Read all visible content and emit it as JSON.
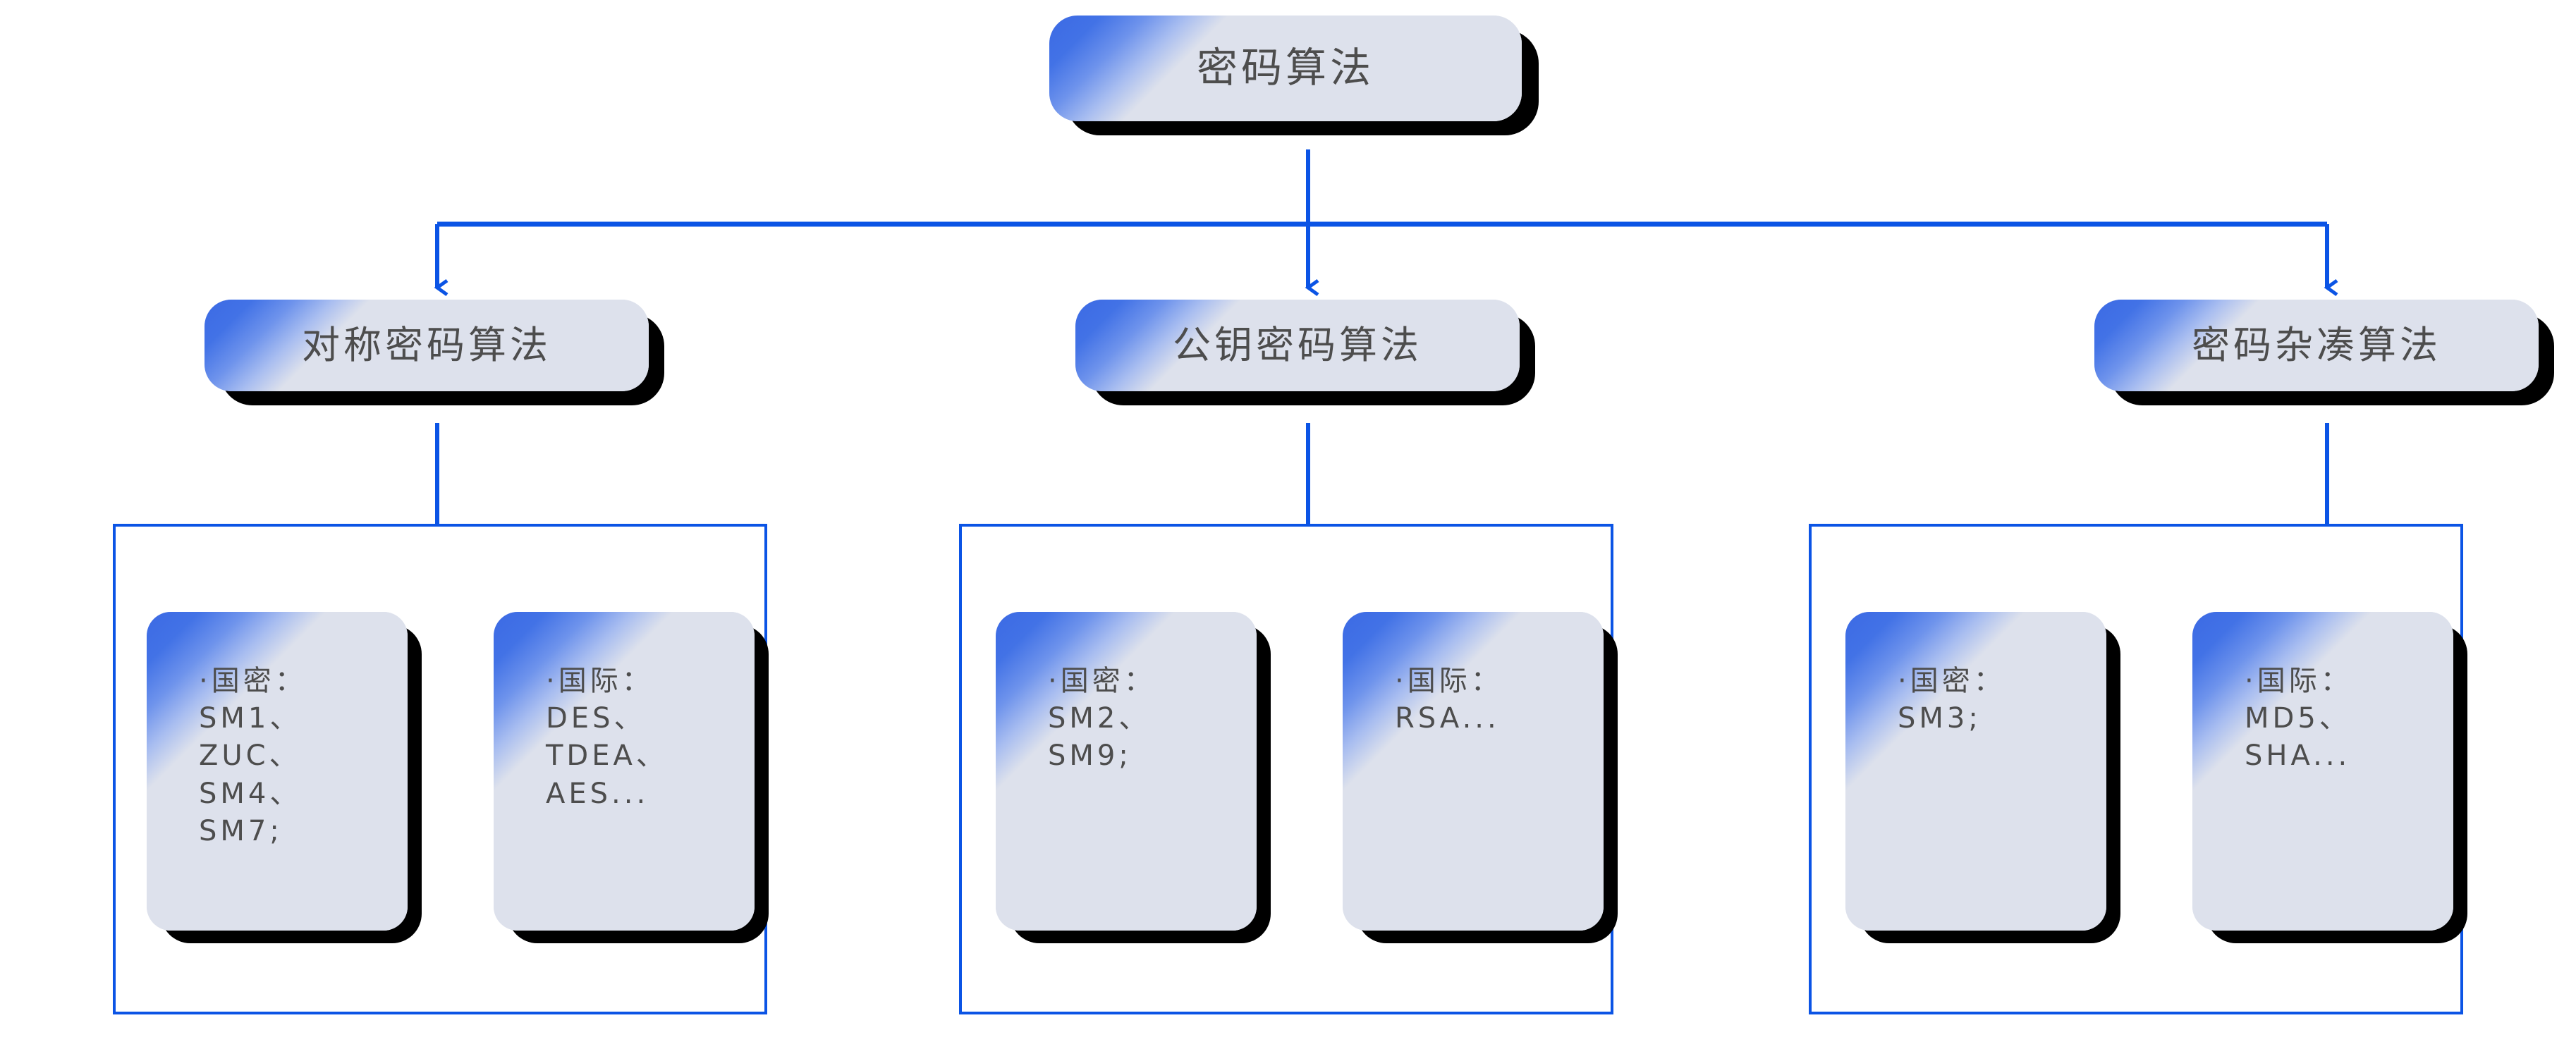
{
  "diagram": {
    "title": "密码算法",
    "accent_color": "#0b54e5",
    "node_fill_color": "#dde1ec",
    "node_gradient_color": "#3c6ae4",
    "node_shadow_color": "#000000",
    "text_color": "#4d4d4d",
    "type": "tree",
    "root": {
      "label": "密码算法"
    },
    "branches": [
      {
        "label": "对称密码算法",
        "leaves": [
          {
            "label": "·国密：\nSM1、\nZUC、\nSM4、\nSM7;"
          },
          {
            "label": "·国际：\nDES、\nTDEA、\nAES..."
          }
        ]
      },
      {
        "label": "公钥密码算法",
        "leaves": [
          {
            "label": "·国密：\nSM2、\nSM9;"
          },
          {
            "label": "·国际：\nRSA..."
          }
        ]
      },
      {
        "label": "密码杂凑算法",
        "leaves": [
          {
            "label": "·国密：\nSM3;"
          },
          {
            "label": "·国际：\nMD5、\nSHA..."
          }
        ]
      }
    ]
  }
}
